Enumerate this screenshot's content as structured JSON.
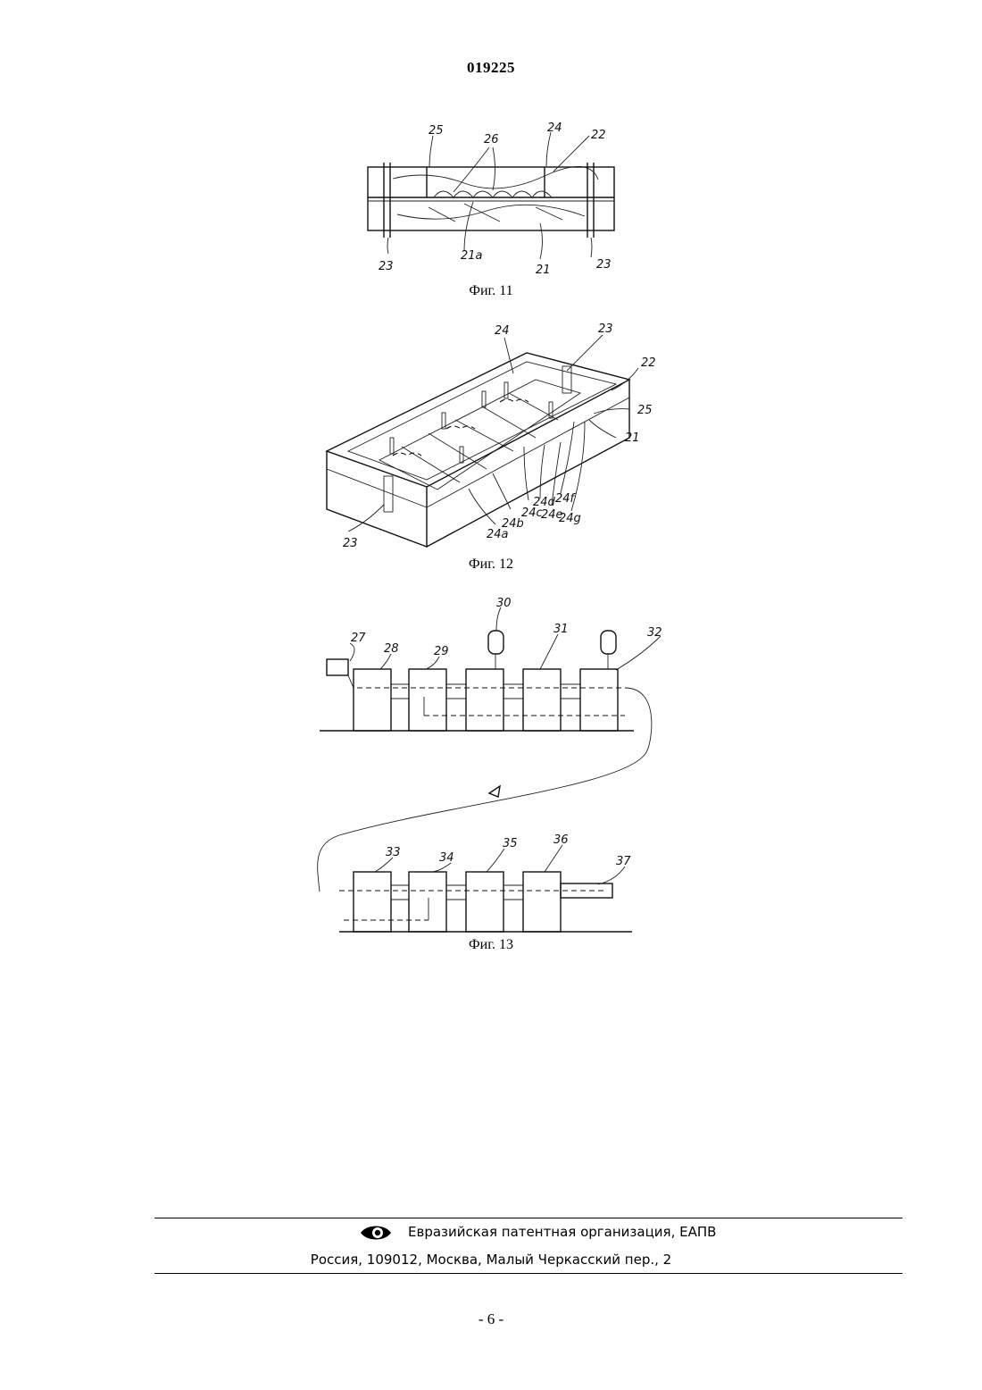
{
  "header": {
    "doc_number": "019225"
  },
  "figures": [
    {
      "caption": "Фиг. 11",
      "labels": {
        "l25": "25",
        "l26": "26",
        "l24": "24",
        "l22": "22",
        "l23a": "23",
        "l21a": "21a",
        "l21": "21",
        "l23b": "23"
      }
    },
    {
      "caption": "Фиг. 12",
      "labels": {
        "l24": "24",
        "l23top": "23",
        "l22": "22",
        "l25": "25",
        "l21": "21",
        "l23": "23",
        "l24a": "24a",
        "l24b": "24b",
        "l24c": "24c",
        "l24d": "24d",
        "l24e": "24e",
        "l24f": "24f",
        "l24g": "24g"
      }
    },
    {
      "caption": "Фиг. 13",
      "labels": {
        "l27": "27",
        "l28": "28",
        "l29": "29",
        "l30": "30",
        "l31": "31",
        "l32": "32",
        "l33": "33",
        "l34": "34",
        "l35": "35",
        "l36": "36",
        "l37": "37"
      }
    }
  ],
  "footer": {
    "org": "Евразийская патентная организация, ЕАПВ",
    "address": "Россия, 109012, Москва, Малый Черкасский пер., 2",
    "logo_icon": "eapo-eye-logo"
  },
  "page_number": "- 6 -"
}
